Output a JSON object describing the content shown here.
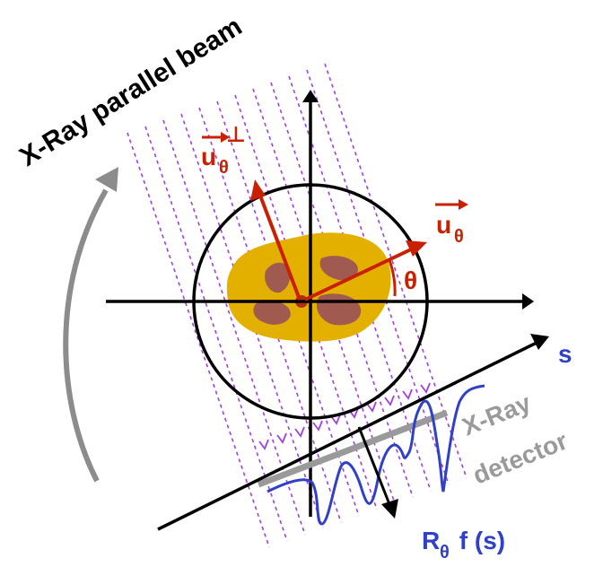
{
  "title": "X-Ray parallel beam",
  "labels": {
    "u_perp": {
      "base": "u",
      "sub": "θ",
      "sup": "⊥"
    },
    "u_theta": {
      "base": "u",
      "sub": "θ"
    },
    "theta": "θ",
    "s_axis": "s",
    "detector_line1": "X-Ray",
    "detector_line2": "detector",
    "projection": {
      "R": "R",
      "sub": "θ",
      "rest": " f (s)"
    }
  },
  "colors": {
    "axes": "#000000",
    "beam": "#a040e0",
    "vectors": "#c82000",
    "object_outer": "#e3b000",
    "object_inner": "#a05a50",
    "detector": "#9a9a9a",
    "rotation_arrow": "#8c8c8c",
    "projection_curve": "#3040c8"
  }
}
